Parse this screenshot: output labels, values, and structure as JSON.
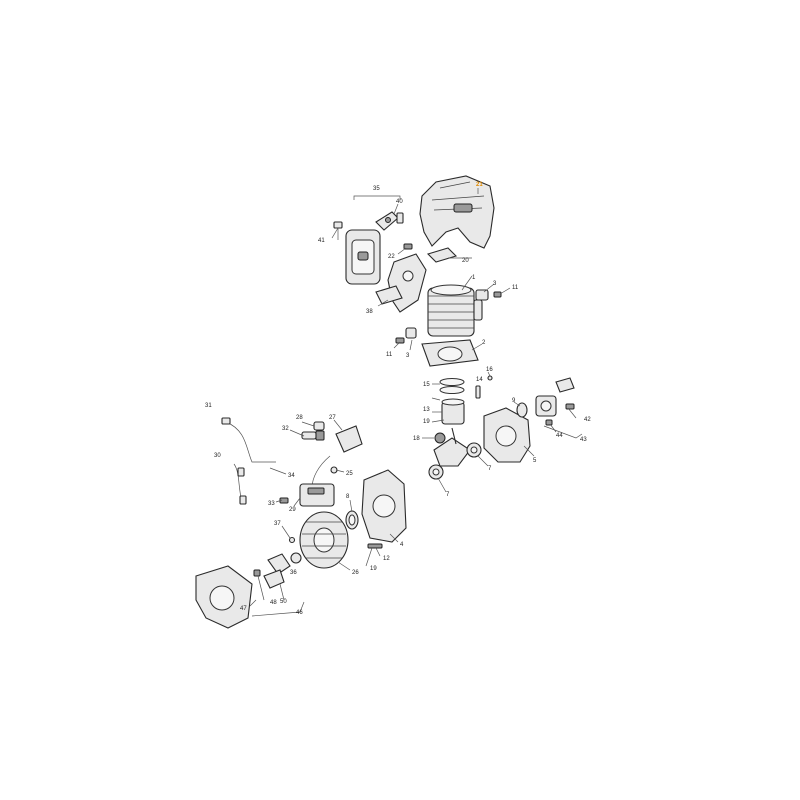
{
  "colors": {
    "highlight": "#e08a00",
    "line": "#2b2b2b"
  },
  "callouts": [
    {
      "id": "c21",
      "text": "21",
      "highlight": true
    },
    {
      "id": "c35",
      "text": "35"
    },
    {
      "id": "c40",
      "text": "40"
    },
    {
      "id": "c41",
      "text": "41"
    },
    {
      "id": "c22",
      "text": "22"
    },
    {
      "id": "c20",
      "text": "20"
    },
    {
      "id": "c38",
      "text": "38"
    },
    {
      "id": "c1",
      "text": "1"
    },
    {
      "id": "c3a",
      "text": "3"
    },
    {
      "id": "c11a",
      "text": "11"
    },
    {
      "id": "c11b",
      "text": "11"
    },
    {
      "id": "c3b",
      "text": "3"
    },
    {
      "id": "c2",
      "text": "2"
    },
    {
      "id": "c15",
      "text": "15"
    },
    {
      "id": "c14",
      "text": "14"
    },
    {
      "id": "c16",
      "text": "16"
    },
    {
      "id": "c13",
      "text": "13"
    },
    {
      "id": "c19a",
      "text": "19"
    },
    {
      "id": "c18",
      "text": "18"
    },
    {
      "id": "c9",
      "text": "9"
    },
    {
      "id": "c5",
      "text": "5"
    },
    {
      "id": "c42",
      "text": "42"
    },
    {
      "id": "c44",
      "text": "44"
    },
    {
      "id": "c43",
      "text": "43"
    },
    {
      "id": "c31",
      "text": "31"
    },
    {
      "id": "c28",
      "text": "28"
    },
    {
      "id": "c27",
      "text": "27"
    },
    {
      "id": "c32",
      "text": "32"
    },
    {
      "id": "c30",
      "text": "30"
    },
    {
      "id": "c34",
      "text": "34"
    },
    {
      "id": "c25",
      "text": "25"
    },
    {
      "id": "c33",
      "text": "33"
    },
    {
      "id": "c29",
      "text": "29"
    },
    {
      "id": "c7a",
      "text": "7"
    },
    {
      "id": "c7b",
      "text": "7"
    },
    {
      "id": "c8",
      "text": "8"
    },
    {
      "id": "c4",
      "text": "4"
    },
    {
      "id": "c37",
      "text": "37"
    },
    {
      "id": "c12",
      "text": "12"
    },
    {
      "id": "c19b",
      "text": "19"
    },
    {
      "id": "c26",
      "text": "26"
    },
    {
      "id": "c36",
      "text": "36"
    },
    {
      "id": "c48",
      "text": "48"
    },
    {
      "id": "c47",
      "text": "47"
    },
    {
      "id": "c50",
      "text": "50"
    },
    {
      "id": "c46",
      "text": "46"
    }
  ]
}
